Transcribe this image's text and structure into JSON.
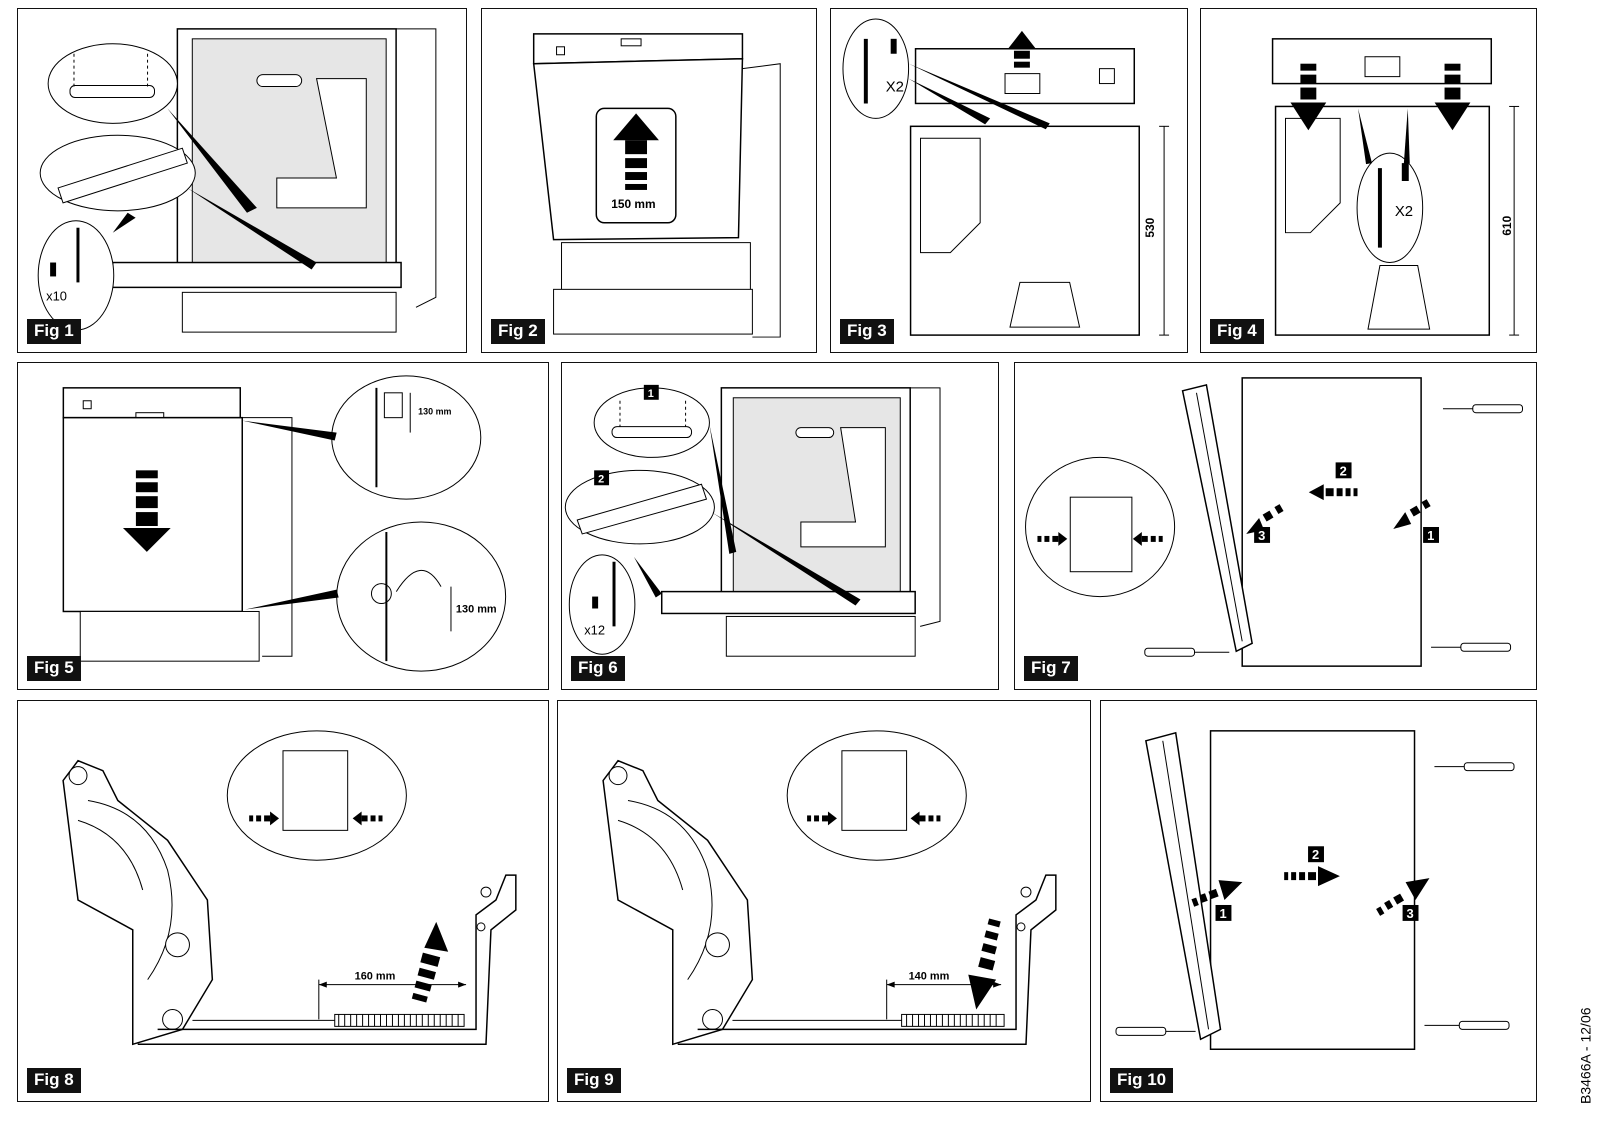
{
  "figures": [
    {
      "id": "fig1",
      "label": "Fig 1",
      "annotations": {
        "screw_count": "x10"
      }
    },
    {
      "id": "fig2",
      "label": "Fig 2",
      "annotations": {
        "distance": "150 mm"
      }
    },
    {
      "id": "fig3",
      "label": "Fig 3",
      "annotations": {
        "screw_count": "X2",
        "height": "530"
      }
    },
    {
      "id": "fig4",
      "label": "Fig 4",
      "annotations": {
        "screw_count": "X2",
        "height": "610"
      }
    },
    {
      "id": "fig5",
      "label": "Fig 5",
      "annotations": {
        "distance_top": "130 mm",
        "distance_bottom": "130 mm"
      }
    },
    {
      "id": "fig6",
      "label": "Fig 6",
      "annotations": {
        "screw_count": "x12",
        "step1": "1",
        "step2": "2"
      }
    },
    {
      "id": "fig7",
      "label": "Fig 7",
      "annotations": {
        "step1": "1",
        "step2": "2",
        "step3": "3"
      }
    },
    {
      "id": "fig8",
      "label": "Fig 8",
      "annotations": {
        "distance": "160 mm"
      }
    },
    {
      "id": "fig9",
      "label": "Fig 9",
      "annotations": {
        "distance": "140 mm"
      }
    },
    {
      "id": "fig10",
      "label": "Fig 10",
      "annotations": {
        "step1": "1",
        "step2": "2",
        "step3": "3"
      }
    }
  ],
  "document_code": "B3466A - 12/06"
}
